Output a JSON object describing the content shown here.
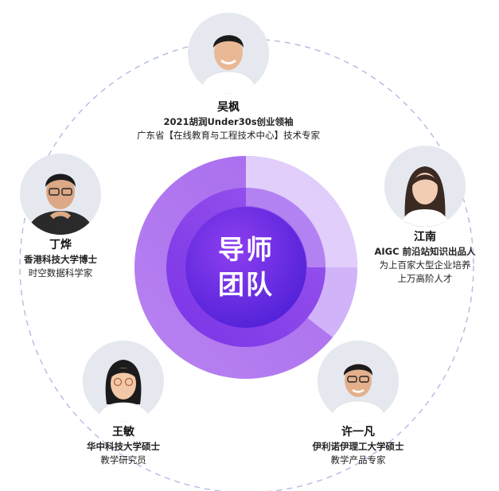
{
  "center": {
    "title_line1": "导师",
    "title_line2": "团队",
    "gradient_colors": [
      "#5a2be0",
      "#8a3bea",
      "#c99af5",
      "#e8d8fb"
    ]
  },
  "mentors": [
    {
      "id": "wu-feng",
      "name": "吴枫",
      "lines": [
        "2021胡润Under30s创业领袖",
        "广东省【在线教育与工程技术中心】技术专家"
      ],
      "shirt_color": "#ffffff",
      "hair_color": "#1b1b1b"
    },
    {
      "id": "jiang-nan",
      "name": "江南",
      "lines": [
        "AIGC 前沿站知识出品人",
        "为上百家大型企业培养",
        "上万高阶人才"
      ],
      "shirt_color": "#ffffff",
      "hair_color": "#3a2a22"
    },
    {
      "id": "xu-yifan",
      "name": "许一凡",
      "lines": [
        "伊利诺伊理工大学硕士",
        "教学产品专家"
      ],
      "shirt_color": "#ffffff",
      "hair_color": "#1b1b1b"
    },
    {
      "id": "wang-min",
      "name": "王敏",
      "lines": [
        "华中科技大学硕士",
        "教学研究员"
      ],
      "shirt_color": "#ffffff",
      "hair_color": "#1b1b1b"
    },
    {
      "id": "ding-ye",
      "name": "丁烨",
      "lines": [
        "香港科技大学博士",
        "时空数据科学家"
      ],
      "shirt_color": "#2a2a2a",
      "hair_color": "#1b1b1b"
    }
  ],
  "orbit_color": "#9aa3d8"
}
